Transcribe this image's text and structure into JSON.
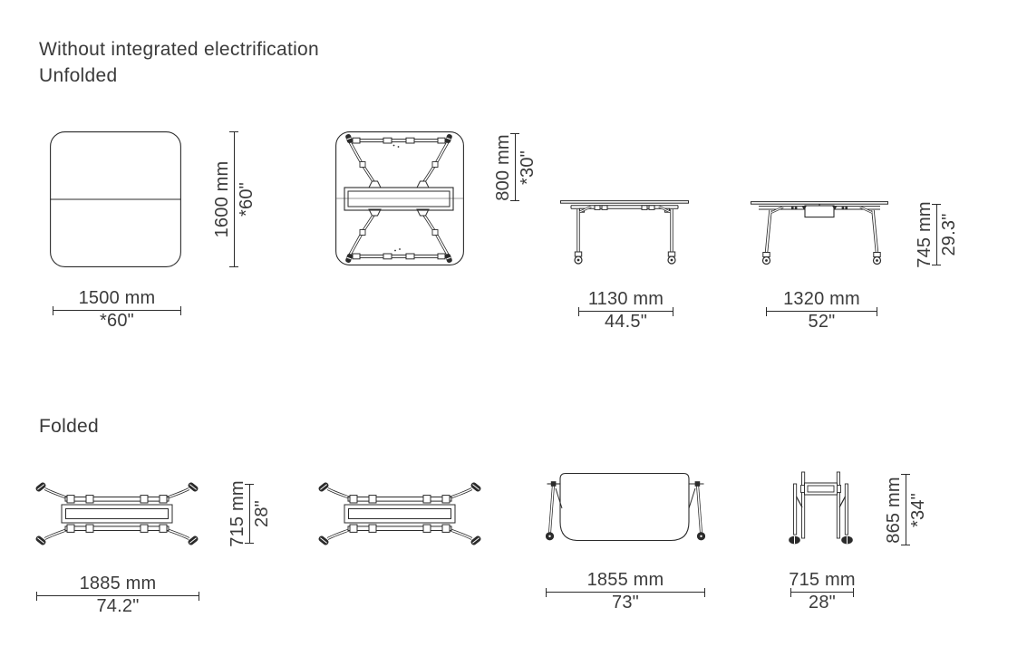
{
  "page": {
    "title_line1": "Without integrated electrification",
    "title_line2": "Unfolded",
    "folded_heading": "Folded"
  },
  "colors": {
    "line": "#2b2b2b",
    "text": "#3b3b3b",
    "background": "#ffffff"
  },
  "unfolded": {
    "top_view": {
      "width_mm": "1500 mm",
      "width_in": "*60\"",
      "height_mm": "1600 mm",
      "height_in": "*60\""
    },
    "underside_view": {
      "depth_mm": "800 mm",
      "depth_in": "*30\""
    },
    "side_view": {
      "width_mm": "1130 mm",
      "width_in": "44.5\""
    },
    "front_view": {
      "width_mm": "1320 mm",
      "width_in": "52\"",
      "height_mm": "745 mm",
      "height_in": "29.3\""
    }
  },
  "folded": {
    "top_view": {
      "width_mm": "1885 mm",
      "width_in": "74.2\"",
      "depth_mm": "715 mm",
      "depth_in": "28\""
    },
    "front_view": {
      "width_mm": "1855 mm",
      "width_in": "73\""
    },
    "end_view": {
      "width_mm": "715 mm",
      "width_in": "28\"",
      "height_mm": "865 mm",
      "height_in": "*34\""
    }
  }
}
